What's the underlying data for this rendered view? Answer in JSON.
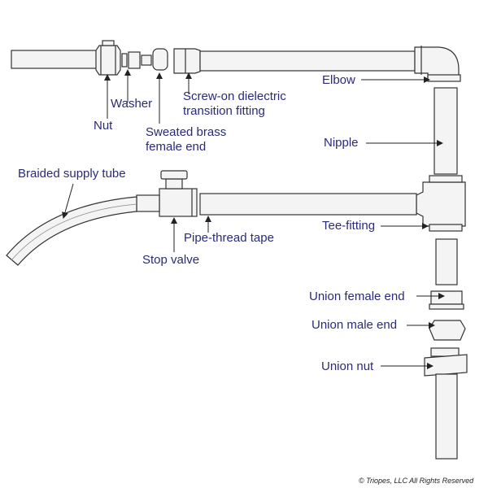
{
  "labels": {
    "elbow": "Elbow",
    "washer": "Washer",
    "dielectric_line1": "Screw-on dielectric",
    "dielectric_line2": "transition fitting",
    "nut": "Nut",
    "sweated_line1": "Sweated brass",
    "sweated_line2": "female end",
    "nipple": "Nipple",
    "braided": "Braided supply tube",
    "tee": "Tee-fitting",
    "tape": "Pipe-thread tape",
    "stop_valve": "Stop valve",
    "union_female": "Union female end",
    "union_male": "Union male end",
    "union_nut": "Union nut"
  },
  "copyright": "© Triopes, LLC All Rights Reserved",
  "colors": {
    "label": "#2a2a7a",
    "line": "#333333",
    "fill": "#f4f4f4"
  }
}
